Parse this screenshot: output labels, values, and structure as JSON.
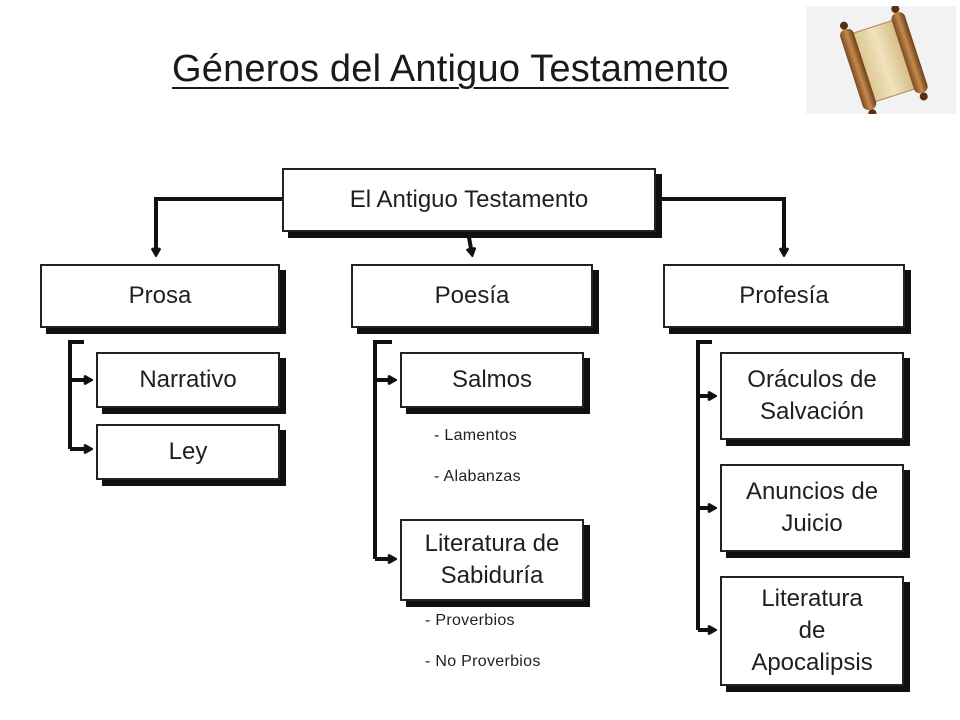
{
  "title": "Géneros del Antiguo Testamento",
  "logo": {
    "icon": "scroll-icon"
  },
  "root": {
    "label": "El Antiguo Testamento"
  },
  "branches": {
    "prosa": {
      "label": "Prosa",
      "children": [
        "Narrativo",
        "Ley"
      ]
    },
    "poesia": {
      "label": "Poesía",
      "children": [
        "Salmos",
        "Literatura de Sabiduría"
      ],
      "salmos_notes": [
        "- Lamentos",
        "- Alabanzas"
      ],
      "sabiduria_notes": [
        "- Proverbios",
        "- No Proverbios"
      ]
    },
    "profesia": {
      "label": "Profesía",
      "children": [
        "Oráculos de Salvación",
        "Anuncios de Juicio",
        "Literatura de Apocalipsis"
      ]
    }
  },
  "colors": {
    "box_border": "#222222",
    "box_shadow": "#111111",
    "line": "#111111"
  }
}
